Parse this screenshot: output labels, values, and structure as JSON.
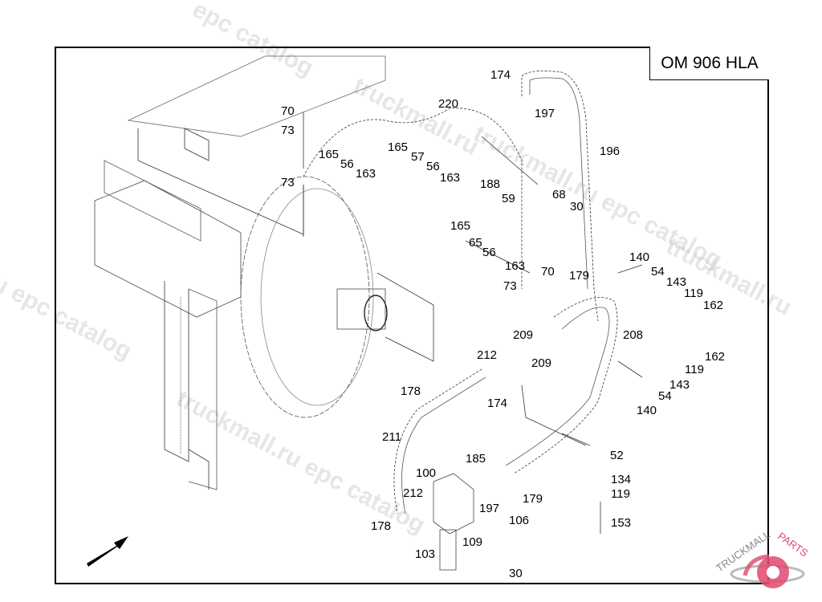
{
  "diagram": {
    "title": "OM 906 HLA",
    "watermarks": [
      "epc catalog",
      "truckmall.ru",
      "truckmall.ru epc catalog",
      "ru epc catalog",
      "truckmall.ru epc catalog"
    ],
    "logo_text_left": "TRUCKMALL",
    "logo_text_right": "PARTS",
    "logo_color": "#e0486e",
    "direction_arrow": "arrow-up-right-icon",
    "part_labels": [
      {
        "id": "p174a",
        "text": "174"
      },
      {
        "id": "p197a",
        "text": "197"
      },
      {
        "id": "p220",
        "text": "220"
      },
      {
        "id": "p196",
        "text": "196"
      },
      {
        "id": "p70a",
        "text": "70"
      },
      {
        "id": "p73a",
        "text": "73"
      },
      {
        "id": "p73b",
        "text": "73"
      },
      {
        "id": "p165a",
        "text": "165"
      },
      {
        "id": "p56a",
        "text": "56"
      },
      {
        "id": "p163a",
        "text": "163"
      },
      {
        "id": "p165b",
        "text": "165"
      },
      {
        "id": "p57",
        "text": "57"
      },
      {
        "id": "p56b",
        "text": "56"
      },
      {
        "id": "p163b",
        "text": "163"
      },
      {
        "id": "p188",
        "text": "188"
      },
      {
        "id": "p59",
        "text": "59"
      },
      {
        "id": "p68",
        "text": "68"
      },
      {
        "id": "p30a",
        "text": "30"
      },
      {
        "id": "p165c",
        "text": "165"
      },
      {
        "id": "p65",
        "text": "65"
      },
      {
        "id": "p56c",
        "text": "56"
      },
      {
        "id": "p163c",
        "text": "163"
      },
      {
        "id": "p70b",
        "text": "70"
      },
      {
        "id": "p179a",
        "text": "179"
      },
      {
        "id": "p73c",
        "text": "73"
      },
      {
        "id": "p209a",
        "text": "209"
      },
      {
        "id": "p140a",
        "text": "140"
      },
      {
        "id": "p54a",
        "text": "54"
      },
      {
        "id": "p143a",
        "text": "143"
      },
      {
        "id": "p119a",
        "text": "119"
      },
      {
        "id": "p162a",
        "text": "162"
      },
      {
        "id": "p208",
        "text": "208"
      },
      {
        "id": "p162b",
        "text": "162"
      },
      {
        "id": "p119b",
        "text": "119"
      },
      {
        "id": "p143b",
        "text": "143"
      },
      {
        "id": "p54b",
        "text": "54"
      },
      {
        "id": "p140b",
        "text": "140"
      },
      {
        "id": "p212a",
        "text": "212"
      },
      {
        "id": "p209b",
        "text": "209"
      },
      {
        "id": "p178a",
        "text": "178"
      },
      {
        "id": "p174b",
        "text": "174"
      },
      {
        "id": "p211",
        "text": "211"
      },
      {
        "id": "p52",
        "text": "52"
      },
      {
        "id": "p185",
        "text": "185"
      },
      {
        "id": "p100",
        "text": "100"
      },
      {
        "id": "p134",
        "text": "134"
      },
      {
        "id": "p119c",
        "text": "119"
      },
      {
        "id": "p179b",
        "text": "179"
      },
      {
        "id": "p212b",
        "text": "212"
      },
      {
        "id": "p197b",
        "text": "197"
      },
      {
        "id": "p106",
        "text": "106"
      },
      {
        "id": "p153",
        "text": "153"
      },
      {
        "id": "p178b",
        "text": "178"
      },
      {
        "id": "p109",
        "text": "109"
      },
      {
        "id": "p103",
        "text": "103"
      },
      {
        "id": "p30b",
        "text": "30"
      }
    ]
  }
}
